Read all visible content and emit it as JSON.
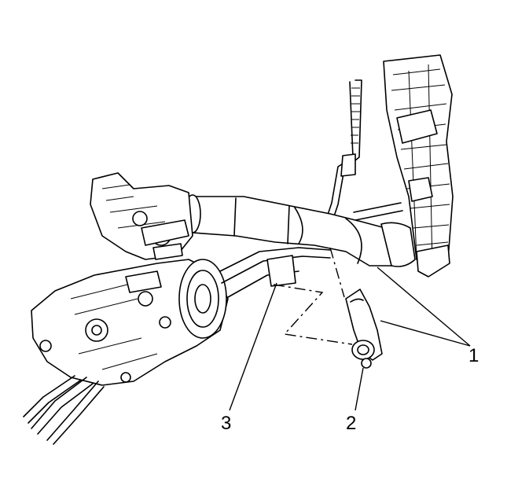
{
  "callouts": [
    {
      "id": "1",
      "text": "1"
    },
    {
      "id": "2",
      "text": "2"
    },
    {
      "id": "3",
      "text": "3"
    }
  ],
  "colors": {
    "ink": "#000000",
    "background": "#ffffff"
  }
}
